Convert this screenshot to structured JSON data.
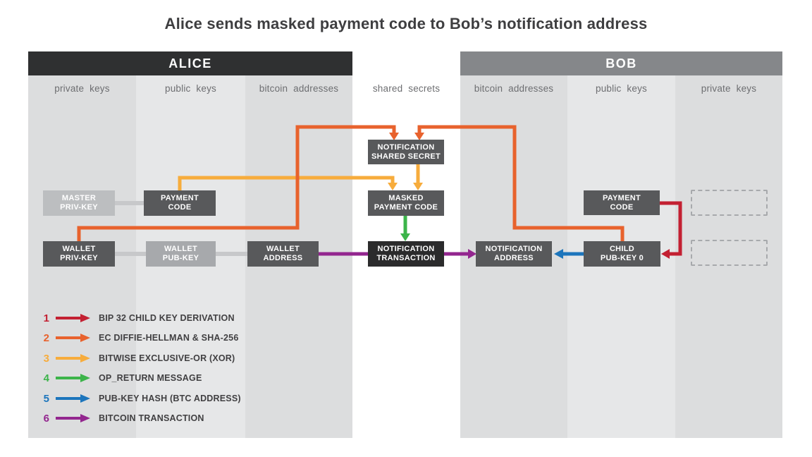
{
  "title": "Alice sends masked payment code to Bob’s notification address",
  "alice": {
    "header": "ALICE",
    "columns": [
      "private keys",
      "public keys",
      "bitcoin addresses"
    ]
  },
  "middle_column_label": "shared secrets",
  "bob": {
    "header": "BOB",
    "columns": [
      "bitcoin addresses",
      "public keys",
      "private keys"
    ]
  },
  "boxes": {
    "master_priv_key": {
      "lines": [
        "MASTER",
        "PRIV-KEY"
      ]
    },
    "payment_code_alice": {
      "lines": [
        "PAYMENT",
        "CODE"
      ]
    },
    "wallet_priv_key": {
      "lines": [
        "WALLET",
        "PRIV-KEY"
      ]
    },
    "wallet_pub_key": {
      "lines": [
        "WALLET",
        "PUB-KEY"
      ]
    },
    "wallet_address": {
      "lines": [
        "WALLET",
        "ADDRESS"
      ]
    },
    "notification_shared_secret": {
      "lines": [
        "NOTIFICATION",
        "SHARED SECRET"
      ]
    },
    "masked_payment_code": {
      "lines": [
        "MASKED",
        "PAYMENT CODE"
      ]
    },
    "notification_transaction": {
      "lines": [
        "NOTIFICATION",
        "TRANSACTION"
      ]
    },
    "notification_address": {
      "lines": [
        "NOTIFICATION",
        "ADDRESS"
      ]
    },
    "payment_code_bob": {
      "lines": [
        "PAYMENT",
        "CODE"
      ]
    },
    "child_pub_key_0": {
      "lines": [
        "CHILD",
        "PUB-KEY 0"
      ]
    }
  },
  "legend": [
    {
      "number": "1",
      "label": "BIP 32 CHILD KEY DERIVATION",
      "color": "red"
    },
    {
      "number": "2",
      "label": "EC DIFFIE-HELLMAN & SHA-256",
      "color": "orange"
    },
    {
      "number": "3",
      "label": "BITWISE EXCLUSIVE-OR (XOR)",
      "color": "yellow"
    },
    {
      "number": "4",
      "label": "OP_RETURN MESSAGE",
      "color": "green"
    },
    {
      "number": "5",
      "label": "PUB-KEY HASH (BTC ADDRESS)",
      "color": "blue"
    },
    {
      "number": "6",
      "label": "BITCOIN TRANSACTION",
      "color": "purple"
    }
  ],
  "edges": [
    {
      "from": "PAYMENT CODE (Bob)",
      "to": "CHILD PUB-KEY 0",
      "operation": "BIP 32 CHILD KEY DERIVATION",
      "color": "red"
    },
    {
      "from": "WALLET PRIV-KEY (Alice)",
      "to": "NOTIFICATION SHARED SECRET",
      "operation": "EC DIFFIE-HELLMAN & SHA-256",
      "color": "orange"
    },
    {
      "from": "CHILD PUB-KEY 0 (Bob)",
      "to": "NOTIFICATION SHARED SECRET",
      "operation": "EC DIFFIE-HELLMAN & SHA-256",
      "color": "orange"
    },
    {
      "from": "PAYMENT CODE (Alice)",
      "to": "MASKED PAYMENT CODE",
      "operation": "BITWISE EXCLUSIVE-OR (XOR)",
      "color": "yellow"
    },
    {
      "from": "NOTIFICATION SHARED SECRET",
      "to": "MASKED PAYMENT CODE",
      "operation": "BITWISE EXCLUSIVE-OR (XOR)",
      "color": "yellow"
    },
    {
      "from": "MASKED PAYMENT CODE",
      "to": "NOTIFICATION TRANSACTION",
      "operation": "OP_RETURN MESSAGE",
      "color": "green"
    },
    {
      "from": "CHILD PUB-KEY 0",
      "to": "NOTIFICATION ADDRESS",
      "operation": "PUB-KEY HASH (BTC ADDRESS)",
      "color": "blue"
    },
    {
      "from": "WALLET ADDRESS",
      "to": "NOTIFICATION TRANSACTION",
      "operation": "BITCOIN TRANSACTION",
      "color": "purple"
    },
    {
      "from": "NOTIFICATION TRANSACTION",
      "to": "NOTIFICATION ADDRESS",
      "operation": "BITCOIN TRANSACTION",
      "color": "purple"
    }
  ],
  "links": [
    {
      "from": "MASTER PRIV-KEY",
      "to": "PAYMENT CODE (Alice)"
    },
    {
      "from": "WALLET PRIV-KEY",
      "to": "WALLET PUB-KEY"
    },
    {
      "from": "WALLET PUB-KEY",
      "to": "WALLET ADDRESS"
    }
  ],
  "colors": {
    "red": "#c32032",
    "orange": "#e8622d",
    "yellow": "#f7ac3c",
    "green": "#3cb44a",
    "blue": "#1c75bc",
    "purple": "#93268f",
    "connector": "#c7c8ca",
    "alice_header_bg": "#2f3031",
    "bob_header_bg": "#85878a",
    "column_dark": "#dcddde",
    "column_light": "#e6e7e8",
    "box_dark": "#58595b",
    "box_darkest": "#2b2b2c",
    "box_light": "#bcbec0",
    "box_mid_light": "#a7a9ac"
  }
}
